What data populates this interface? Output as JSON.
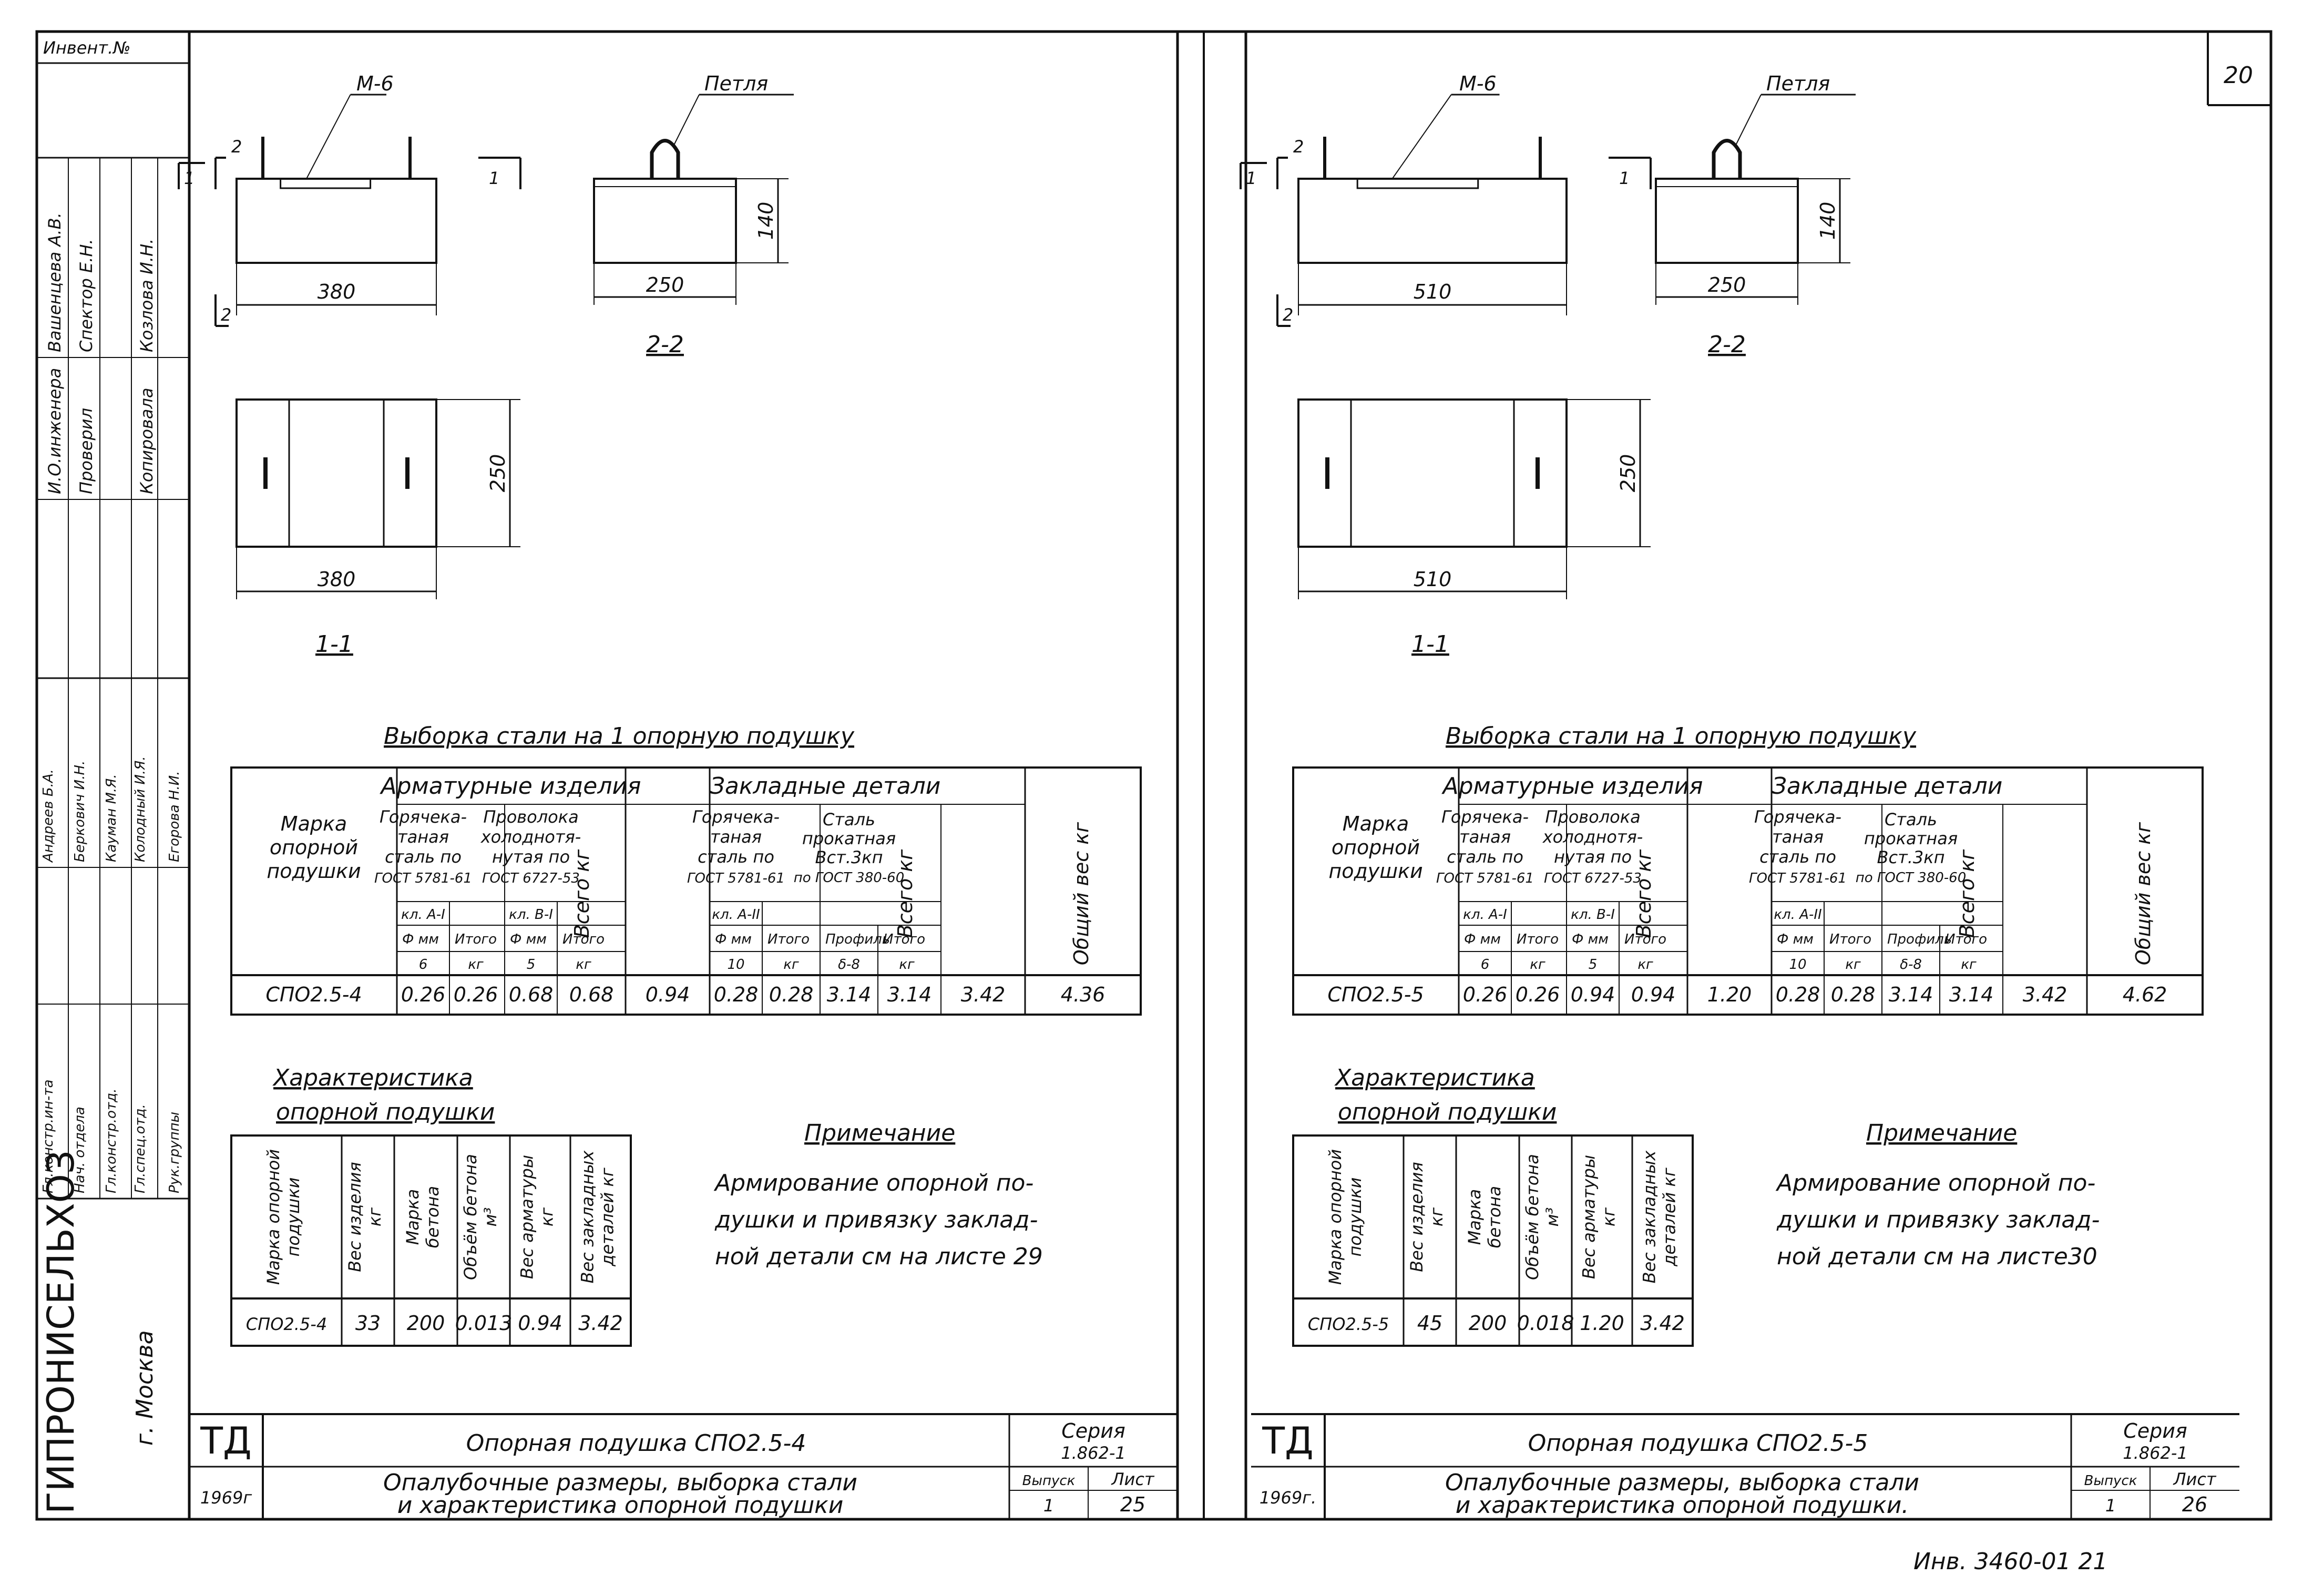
{
  "sidebar": {
    "inv_label": "Инвент.№",
    "roles_top": [
      "И.О.инженера",
      "Проверил",
      "",
      "Копировала"
    ],
    "names_top": [
      "Вашенцева А.В.",
      "Спектор Е.Н.",
      "",
      "Козлова И.Н."
    ],
    "roles_bottom": [
      "Гл.констр.ин-та",
      "Нач. отдела",
      "Гл.констр.отд.",
      "Гл.спец.отд.",
      "Рук.группы"
    ],
    "names_bottom": [
      "Андреев Б.А.",
      "Беркович И.Н.",
      "Кауман М.Я.",
      "Колодный И.Я.",
      "Егорова Н.И."
    ],
    "org": "ГИПРОНИСЕЛЬХОЗ",
    "city": "г. Москва"
  },
  "sheets": [
    {
      "marka": "СПО2.5-4",
      "dims": {
        "length": "380",
        "width": "250",
        "height": "140"
      },
      "labels": {
        "m6": "М-6",
        "loop": "Петля",
        "sec11": "1-1",
        "sec22": "2-2",
        "cut1": "1",
        "cut2": "2"
      },
      "steel": {
        "title": "Выборка стали на 1 опорную подушку",
        "row": [
          "СПО2.5-4",
          "0.26",
          "0.26",
          "0.68",
          "0.68",
          "0.94",
          "0.28",
          "0.28",
          "3.14",
          "3.14",
          "3.42",
          "4.36"
        ]
      },
      "char": {
        "title1": "Характеристика",
        "title2": "опорной подушки",
        "row": [
          "СПО2.5-4",
          "33",
          "200",
          "0.013",
          "0.94",
          "3.42"
        ]
      },
      "note": {
        "title": "Примечание",
        "lines": [
          "Армирование опорной по-",
          "душки и привязку заклад-",
          "ной детали см на листе 29"
        ]
      },
      "stamp": {
        "td": "ТД",
        "title": "Опорная подушка СПО2.5-4",
        "year": "1969г",
        "desc1": "Опалубочные размеры, выборка стали",
        "desc2": "и характеристика опорной подушки",
        "series_label": "Серия",
        "series": "1.862-1",
        "vypusk_label": "Выпуск",
        "vypusk": "1",
        "list_label": "Лист",
        "list": "25"
      }
    },
    {
      "marka": "СПО2.5-5",
      "dims": {
        "length": "510",
        "width": "250",
        "height": "140"
      },
      "labels": {
        "m6": "М-6",
        "loop": "Петля",
        "sec11": "1-1",
        "sec22": "2-2",
        "cut1": "1",
        "cut2": "2"
      },
      "steel": {
        "title": "Выборка стали на 1 опорную подушку",
        "row": [
          "СПО2.5-5",
          "0.26",
          "0.26",
          "0.94",
          "0.94",
          "1.20",
          "0.28",
          "0.28",
          "3.14",
          "3.14",
          "3.42",
          "4.62"
        ]
      },
      "char": {
        "title1": "Характеристика",
        "title2": "опорной подушки",
        "row": [
          "СПО2.5-5",
          "45",
          "200",
          "0.018",
          "1.20",
          "3.42"
        ]
      },
      "note": {
        "title": "Примечание",
        "lines": [
          "Армирование опорной по-",
          "душки и привязку заклад-",
          "ной детали см на листе30"
        ]
      },
      "stamp": {
        "td": "ТД",
        "title": "Опорная подушка СПО2.5-5",
        "year": "1969г.",
        "desc1": "Опалубочные размеры, выборка стали",
        "desc2": "и характеристика опорной подушки.",
        "series_label": "Серия",
        "series": "1.862-1",
        "vypusk_label": "Выпуск",
        "vypusk": "1",
        "list_label": "Лист",
        "list": "26"
      }
    }
  ],
  "steel_head": {
    "marka": [
      "Марка",
      "опорной",
      "подушки"
    ],
    "arm": "Арматурные изделия",
    "zakl": "Закладные детали",
    "obsh": "Общий вес",
    "kg": "кг",
    "gor": [
      "Горячека-",
      "таная",
      "сталь по",
      "ГОСТ 5781-61"
    ],
    "prov": [
      "Проволока",
      "холоднотя-",
      "нутая по",
      "ГОСТ 6727-53"
    ],
    "gor2": [
      "Горячека-",
      "таная",
      "сталь по",
      "ГОСТ 5781-61"
    ],
    "stal": [
      "Сталь",
      "прокатная",
      "Вст.3кп",
      "по ГОСТ 380-60"
    ],
    "vsego": "Всего",
    "klA1": "кл. А-I",
    "klB1": "кл. В-I",
    "klA2": "кл. А-II",
    "phimm": "Ф мм",
    "itogo": "Итого",
    "profil": "Профиль",
    "d6": "6",
    "d5": "5",
    "d10": "10",
    "d8": "δ-8"
  },
  "char_head": [
    "Марка опорной подушки",
    "Вес изделия кг",
    "Марка бетона",
    "Объём бетона м³",
    "Вес арматуры кг",
    "Вес закладных деталей кг"
  ],
  "page_number": "20",
  "bottom_note": "Инв. 3460-01 21"
}
